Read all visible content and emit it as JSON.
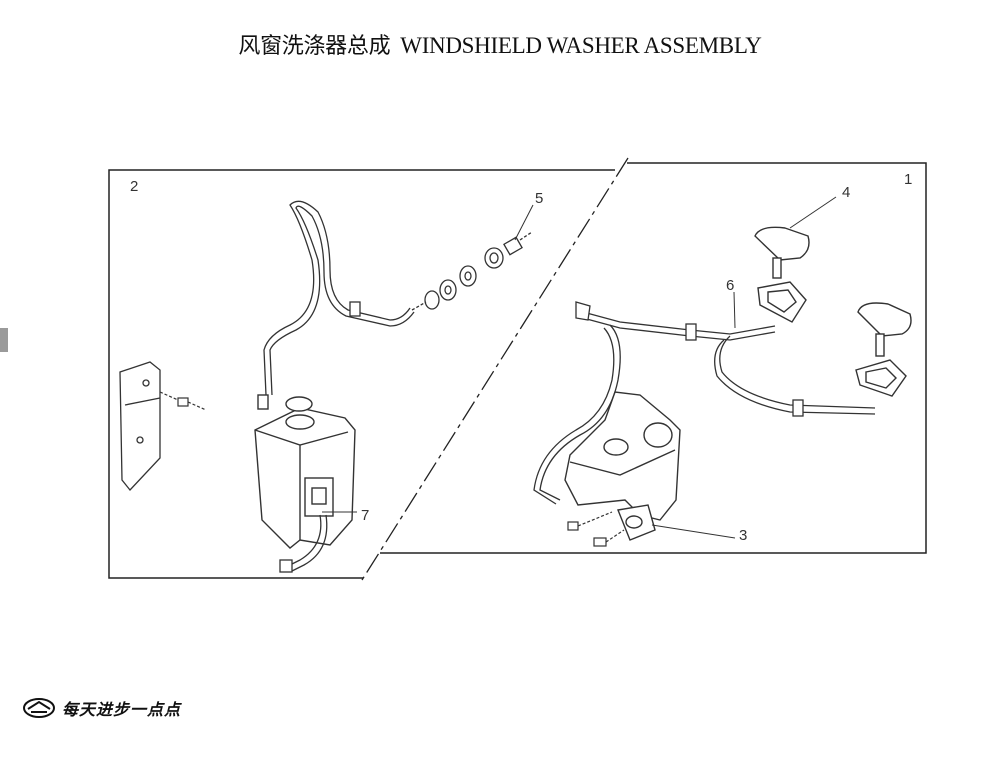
{
  "page": {
    "title_zh": "风窗洗涤器总成",
    "title_en": "WINDSHIELD WASHER ASSEMBLY"
  },
  "callouts": {
    "c1": "1",
    "c2": "2",
    "c3": "3",
    "c4": "4",
    "c5": "5",
    "c6": "6",
    "c7": "7"
  },
  "footer": {
    "logo_icon": "brand-emblem-icon",
    "slogan": "每天进步一点点"
  }
}
